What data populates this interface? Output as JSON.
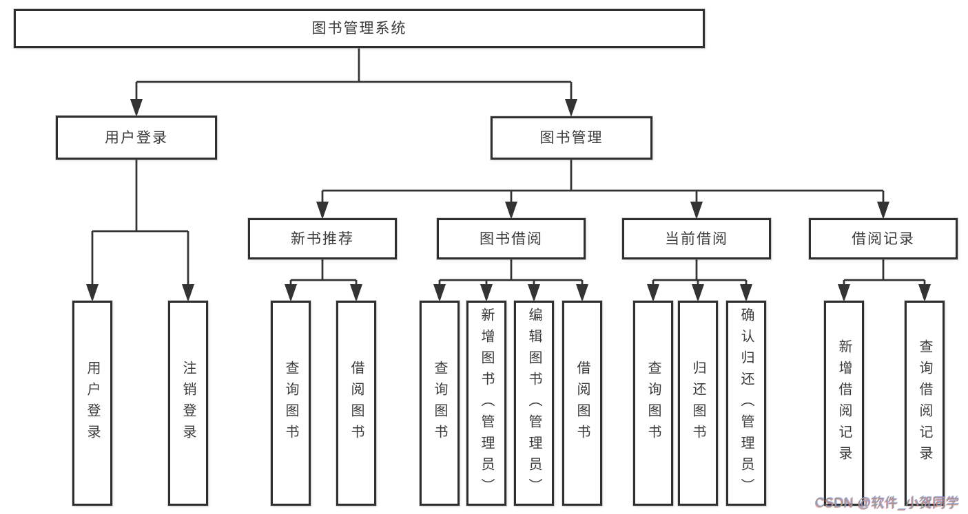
{
  "diagram_type": "hierarchy-tree",
  "tree": {
    "label": "图书管理系统",
    "children": [
      {
        "label": "用户登录",
        "children": [
          {
            "label": "用户登录"
          },
          {
            "label": "注销登录"
          }
        ]
      },
      {
        "label": "图书管理",
        "children": [
          {
            "label": "新书推荐",
            "children": [
              {
                "label": "查询图书"
              },
              {
                "label": "借阅图书"
              }
            ]
          },
          {
            "label": "图书借阅",
            "children": [
              {
                "label": "查询图书"
              },
              {
                "label": "新增图书（管理员）"
              },
              {
                "label": "编辑图书（管理员）"
              },
              {
                "label": "借阅图书"
              }
            ]
          },
          {
            "label": "当前借阅",
            "children": [
              {
                "label": "查询图书"
              },
              {
                "label": "归还图书"
              },
              {
                "label": "确认归还（管理员）"
              }
            ]
          },
          {
            "label": "借阅记录",
            "children": [
              {
                "label": "新增借阅记录"
              },
              {
                "label": "查询借阅记录"
              }
            ]
          }
        ]
      }
    ]
  },
  "watermark": {
    "text": "CSDN @软件_小贺同学"
  },
  "colors": {
    "background": "#ffffff",
    "line": "#333333",
    "box_border": "#2f2f2f",
    "box_fill": "#ffffff",
    "text": "#3a3a3a",
    "watermark": "#9b9b9b"
  }
}
